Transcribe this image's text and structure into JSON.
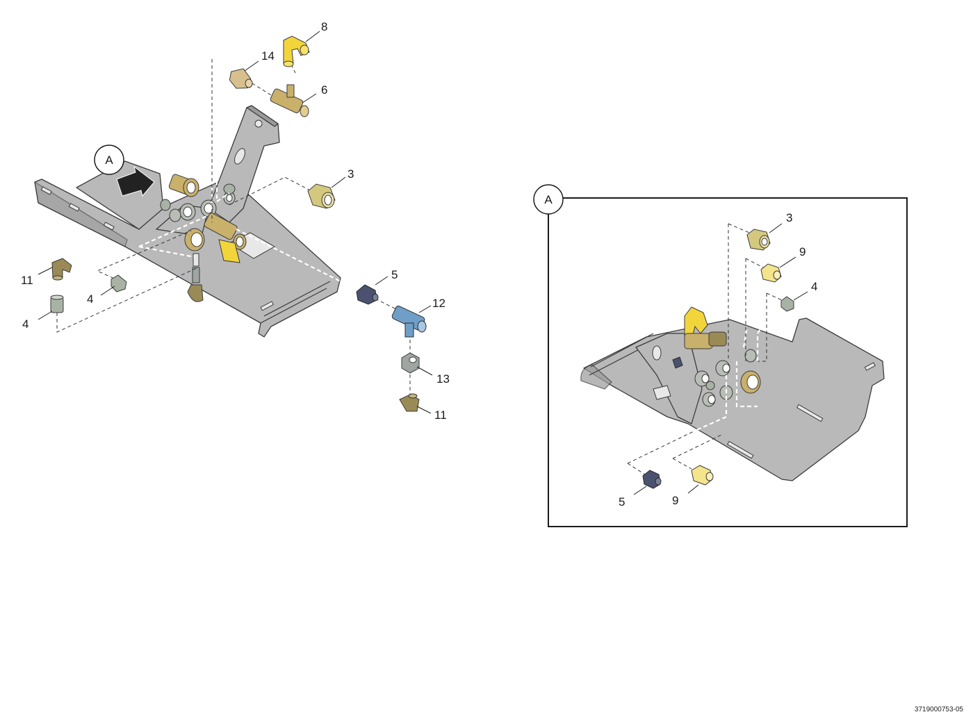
{
  "diagram": {
    "document_number": "3719000753-05",
    "view_marker_main": "A",
    "view_marker_inset": "A",
    "colors": {
      "yellow": "#f2d53a",
      "brass": "#c9b06b",
      "tan": "#d8c08e",
      "olive": "#9a8a55",
      "dark_blue": "#4a5270",
      "light_blue": "#6f9fc8",
      "gray_fitting": "#9fa6a2",
      "gray_green": "#a8b3a6",
      "light_yellow": "#f4e48c",
      "plate": "#b9b9b9"
    },
    "main_callouts": {
      "c8": "8",
      "c14": "14",
      "c6": "6",
      "c3": "3",
      "c11a": "11",
      "c4a": "4",
      "c4b": "4",
      "c5": "5",
      "c12": "12",
      "c13": "13",
      "c11b": "11"
    },
    "inset_callouts": {
      "c3": "3",
      "c9a": "9",
      "c4": "4",
      "c5": "5",
      "c9b": "9"
    }
  }
}
